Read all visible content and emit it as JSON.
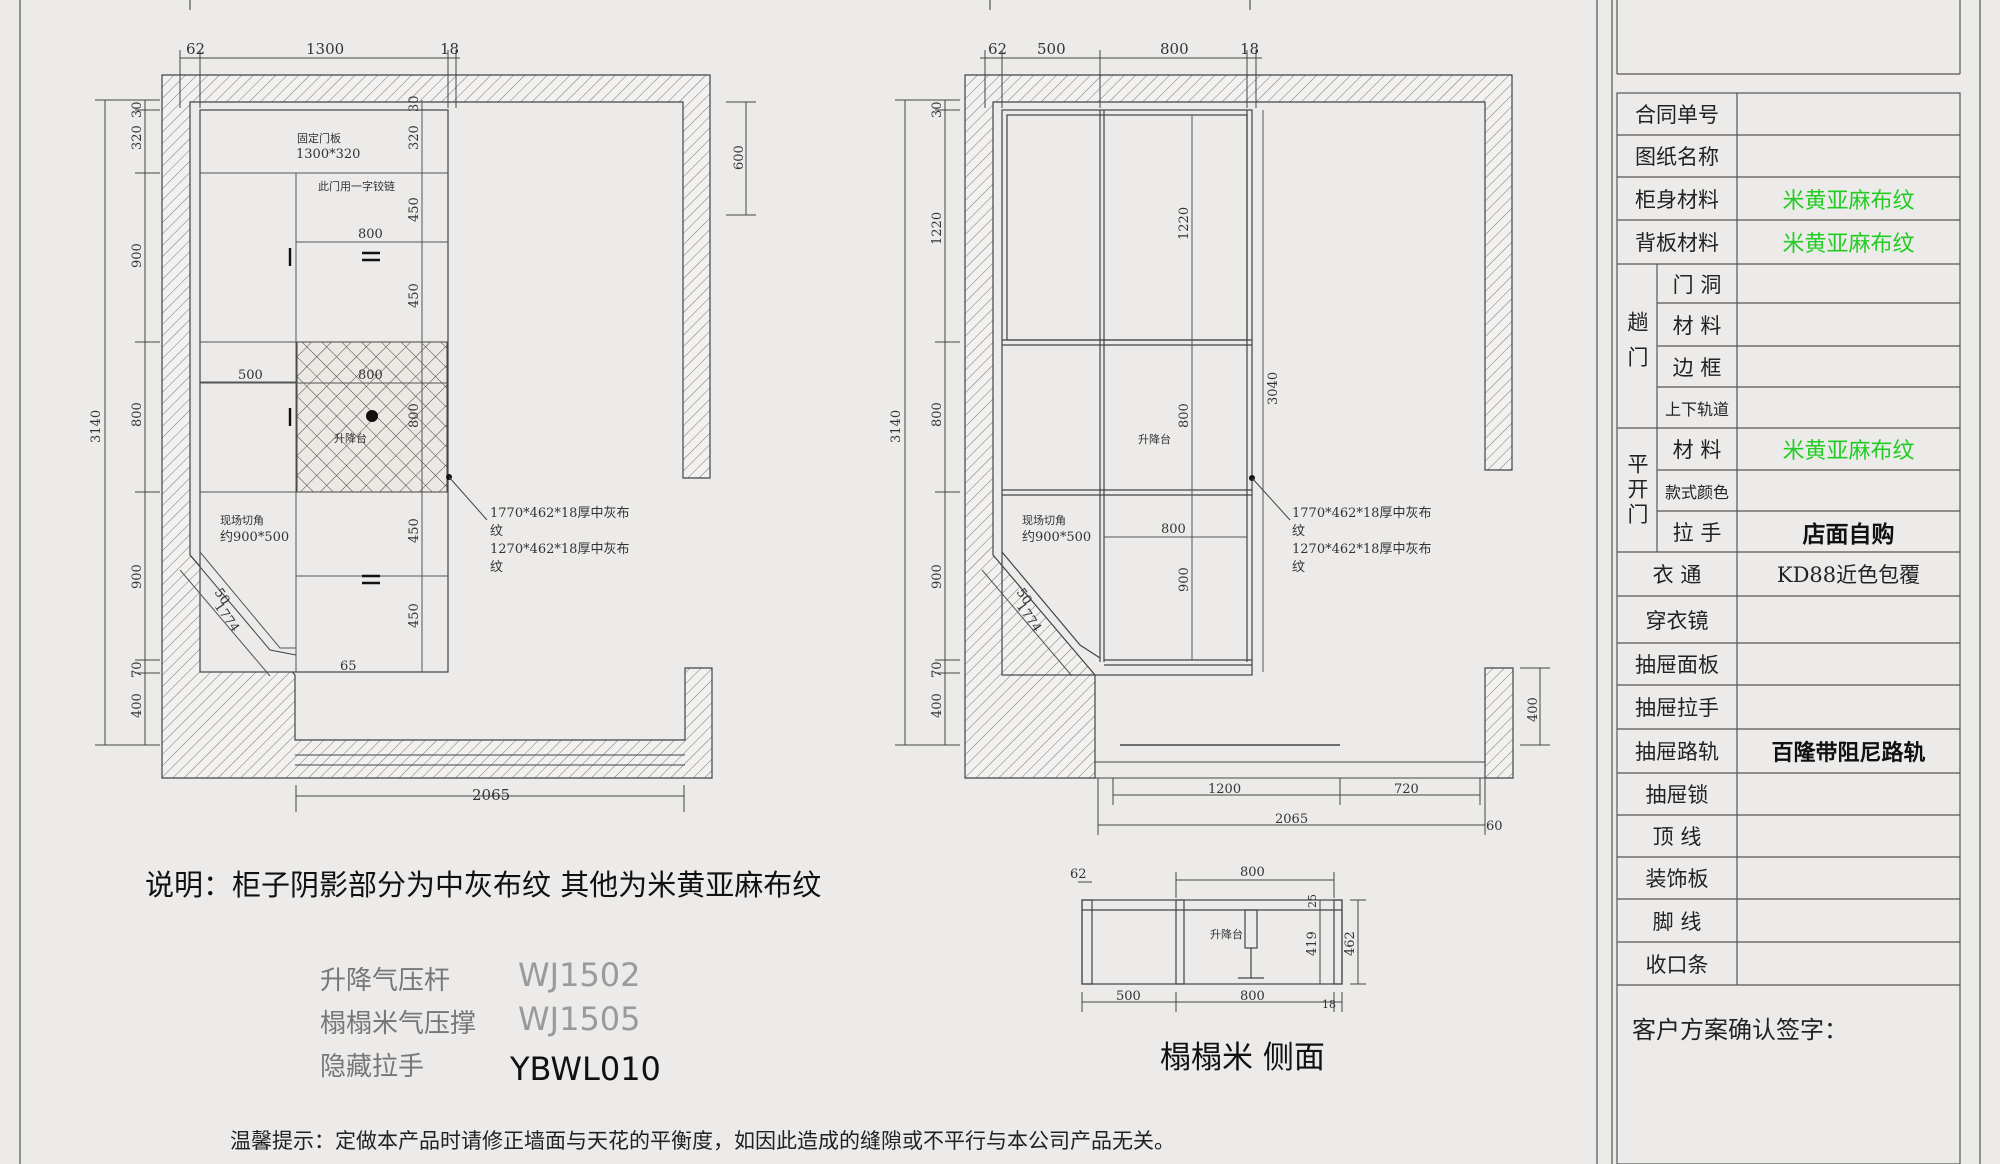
{
  "drawing_left": {
    "dims_top": [
      "62",
      "1300",
      "18"
    ],
    "dims_left": [
      "30",
      "320",
      "900",
      "800",
      "900",
      "70",
      "400"
    ],
    "dim_total_height": "3140",
    "dims_inner": [
      "30",
      "320",
      "450",
      "450",
      "800",
      "450",
      "450"
    ],
    "label_top_panel": "固定门板",
    "label_top_panel_size": "1300*320",
    "label_door_note": "此门用一字铰链",
    "dim_800_a": "800",
    "dim_500": "500",
    "dim_800_b": "800",
    "label_lift": "升降台",
    "label_corner": "现场切角",
    "label_corner_size": "约900*500",
    "dim_diag_50": "50",
    "dim_diag_1774": "1774",
    "dim_65": "65",
    "dim_600": "600",
    "dim_bottom": "2065",
    "note1_a": "1770*462*18厚中灰布",
    "note1_b": "纹",
    "note2_a": "1270*462*18厚中灰布",
    "note2_b": "纹"
  },
  "drawing_right": {
    "dims_top": [
      "62",
      "500",
      "800",
      "18"
    ],
    "dims_left": [
      "30",
      "1220",
      "800",
      "900",
      "70",
      "400"
    ],
    "dim_total_height": "3140",
    "dim_inner_1220": "1220",
    "dim_inner_800": "800",
    "dim_inner_900": "900",
    "dim_inner_800_h": "800",
    "dim_3040": "3040",
    "label_lift": "升降台",
    "label_corner": "现场切角",
    "label_corner_size": "约900*500",
    "dim_diag_50": "50",
    "dim_diag_1774": "1774",
    "dim_400": "400",
    "dim_1200": "1200",
    "dim_720": "720",
    "dim_2065": "2065",
    "dim_60": "60",
    "note1_a": "1770*462*18厚中灰布",
    "note1_b": "纹",
    "note2_a": "1270*462*18厚中灰布",
    "note2_b": "纹"
  },
  "side_view": {
    "dim_62": "62",
    "dim_800_top": "800",
    "dim_25": "25",
    "dim_419": "419",
    "dim_462": "462",
    "dim_500": "500",
    "dim_800_bottom": "800",
    "dim_18": "18",
    "label_lift": "升降台",
    "caption": "榻榻米 侧面"
  },
  "legend_note": "说明：柜子阴影部分为中灰布纹 其他为米黄亚麻布纹",
  "hardware": [
    {
      "name": "升降气压杆",
      "code": "WJ1502"
    },
    {
      "name": "榻榻米气压撑",
      "code": "WJ1505"
    },
    {
      "name": "隐藏拉手",
      "code": "YBWL010"
    }
  ],
  "warm_tip": "温馨提示：定做本产品时请修正墙面与天花的平衡度，如因此造成的缝隙或不平行与本公司产品无关。",
  "title_block": {
    "rows": [
      {
        "label": "合同单号",
        "value": ""
      },
      {
        "label": "图纸名称",
        "value": ""
      },
      {
        "label": "柜身材料",
        "value": "米黄亚麻布纹"
      },
      {
        "label": "背板材料",
        "value": "米黄亚麻布纹"
      }
    ],
    "sliding_group": "趟门",
    "sliding_rows": [
      {
        "label": "门 洞",
        "value": ""
      },
      {
        "label": "材 料",
        "value": ""
      },
      {
        "label": "边 框",
        "value": ""
      },
      {
        "label": "上下轨道",
        "value": ""
      }
    ],
    "hinged_group": "平开门",
    "hinged_rows": [
      {
        "label": "材 料",
        "value": "米黄亚麻布纹"
      },
      {
        "label": "款式颜色",
        "value": ""
      },
      {
        "label": "拉 手",
        "value": "店面自购"
      }
    ],
    "rows2": [
      {
        "label": "衣 通",
        "value": "KD88近色包覆"
      },
      {
        "label": "穿衣镜",
        "value": ""
      },
      {
        "label": "抽屉面板",
        "value": ""
      },
      {
        "label": "抽屉拉手",
        "value": ""
      },
      {
        "label": "抽屉路轨",
        "value": "百隆带阻尼路轨"
      },
      {
        "label": "抽屉锁",
        "value": ""
      },
      {
        "label": "顶 线",
        "value": ""
      },
      {
        "label": "装饰板",
        "value": ""
      },
      {
        "label": "脚 线",
        "value": ""
      },
      {
        "label": "收口条",
        "value": ""
      }
    ],
    "signature": "客户方案确认签字："
  }
}
